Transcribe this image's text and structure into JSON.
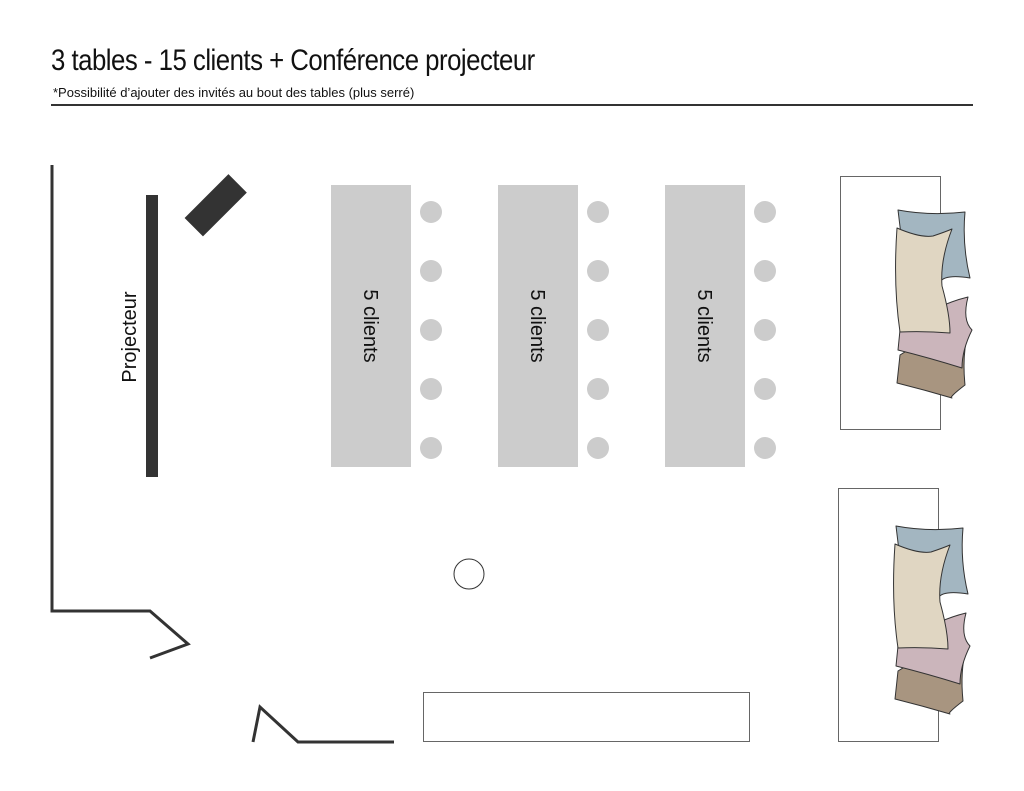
{
  "header": {
    "title": "3 tables - 15 clients + Conférence projecteur",
    "subtitle": "*Possibilité d’ajouter des invités au bout des tables (plus serré)"
  },
  "projector": {
    "label": "Projecteur"
  },
  "tables": [
    {
      "label": "5 clients",
      "chairs": 5
    },
    {
      "label": "5 clients",
      "chairs": 5
    },
    {
      "label": "5 clients",
      "chairs": 5
    }
  ],
  "colors": {
    "table": "#cccccc",
    "chair": "#cccccc",
    "wall": "#333333",
    "pillow_blue": "#a3b6c1",
    "pillow_cream": "#e0d6c2",
    "pillow_pink": "#cbb5bb",
    "pillow_brown": "#a89580"
  }
}
